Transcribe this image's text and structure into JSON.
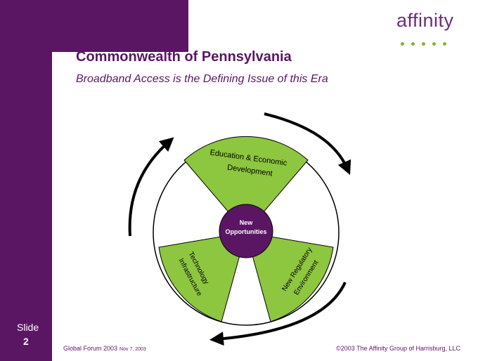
{
  "logo": {
    "text": "affinity"
  },
  "slide": {
    "title": "Commonwealth of Pennsylvania",
    "subtitle": "Broadband Access is the Defining Issue of this Era"
  },
  "diagram": {
    "center": [
      "New",
      "Opportunities"
    ],
    "segments": [
      {
        "lines": [
          "Education & Economic",
          "Development"
        ]
      },
      {
        "lines": [
          "New Regulatory",
          "Environment"
        ]
      },
      {
        "lines": [
          "Technology",
          "Infrastructure"
        ]
      }
    ],
    "colors": {
      "segment": "#8dc63f",
      "center": "#5a1663",
      "arrow": "#000000"
    }
  },
  "sidebar": {
    "label": "Slide",
    "number": "2"
  },
  "footer": {
    "event": "Global Forum 2003",
    "date": "Nov 7, 2003",
    "copyright": "©2003 The Affinity Group of Harrisburg, LLC"
  }
}
